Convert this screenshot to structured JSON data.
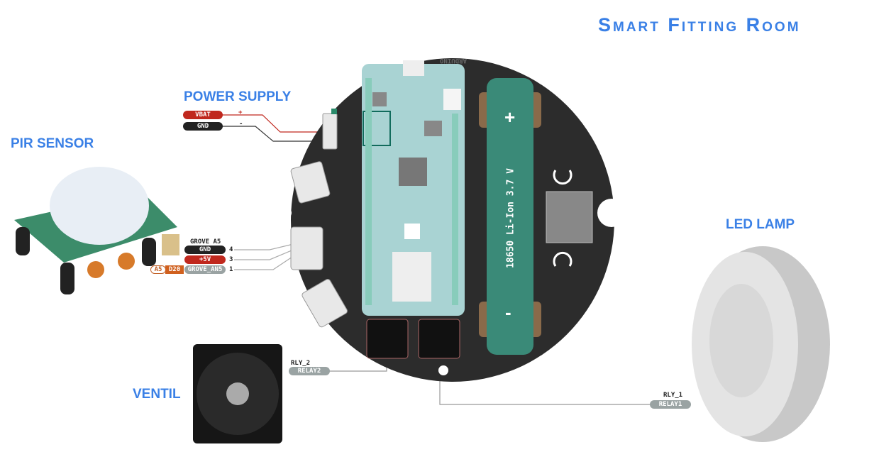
{
  "title": "Smart Fitting Room",
  "labels": {
    "power_supply": "POWER SUPPLY",
    "pir_sensor": "PIR SENSOR",
    "led_lamp": "LED LAMP",
    "ventil": "VENTIL"
  },
  "power": {
    "vbat": "VBAT",
    "gnd": "GND",
    "plus": "+",
    "minus": "-"
  },
  "grove": {
    "title": "GROVE A5",
    "gnd": "GND",
    "v5": "+5V",
    "an5": "GROVE_AN5",
    "a5": "A5",
    "d20": "D20",
    "pin4": "4",
    "pin3": "3",
    "pin1": "1"
  },
  "relay2": {
    "name": "RLY_2",
    "pill": "RELAY2"
  },
  "relay1": {
    "name": "RLY_1",
    "pill": "RELAY1"
  },
  "battery": {
    "text": "18650 Li-Ion 3.7 V",
    "plus": "+",
    "minus": "-"
  },
  "board": {
    "brand": "ARDUINO"
  },
  "colors": {
    "accent": "#3a80e6",
    "red": "#c0281e",
    "dark": "#222222",
    "board": "#2c2c2c",
    "arduino": "#a9d3d3",
    "battery": "#3a8a78"
  }
}
